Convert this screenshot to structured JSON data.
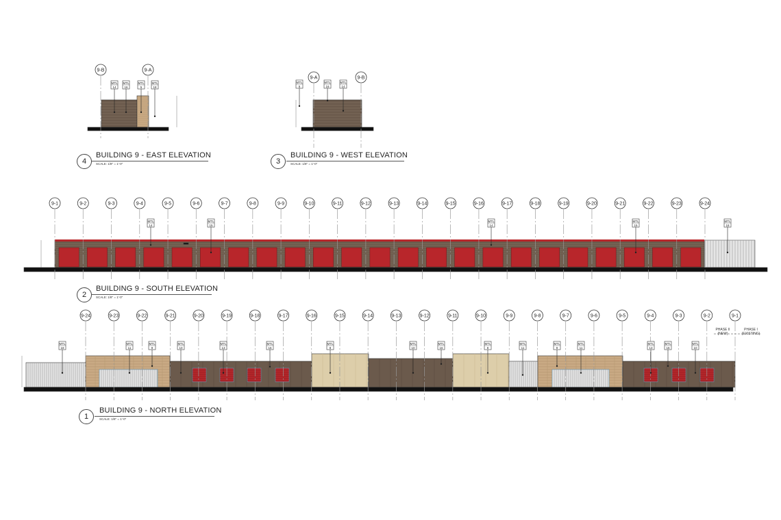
{
  "views": [
    {
      "number": "4",
      "title": "BUILDING 9 - EAST ELEVATION",
      "scale": "SCALE: 1/8\" = 1'-0\"",
      "grids": [
        "9-B",
        "9-A"
      ],
      "tags": [
        "MTL 14",
        "MTL 16",
        "MTL 5",
        "MTL 18"
      ]
    },
    {
      "number": "3",
      "title": "BUILDING 9 - WEST ELEVATION",
      "scale": "SCALE: 1/8\" = 1'-0\"",
      "grids": [
        "9-A",
        "9-B"
      ],
      "tags": [
        "MTL 5",
        "MTL 16",
        "MTL 14"
      ]
    },
    {
      "number": "2",
      "title": "BUILDING 9 - SOUTH ELEVATION",
      "scale": "SCALE: 1/8\" = 1'-0\"",
      "grids": [
        "9-1",
        "9-2",
        "9-3",
        "9-4",
        "9-5",
        "9-6",
        "9-7",
        "9-8",
        "9-9",
        "9-10",
        "9-11",
        "9-12",
        "9-13",
        "9-14",
        "9-15",
        "9-16",
        "9-17",
        "9-18",
        "9-19",
        "9-20",
        "9-21",
        "9-22",
        "9-23",
        "9-24"
      ],
      "tags": [
        "MTL 14",
        "MTL 15",
        "MTL 14",
        "MTL 15",
        "MTL 18"
      ]
    },
    {
      "number": "1",
      "title": "BUILDING 9 - NORTH ELEVATION",
      "scale": "SCALE: 1/8\" = 1'-0\"",
      "grids": [
        "9-24",
        "9-23",
        "9-22",
        "9-21",
        "9-20",
        "9-19",
        "9-18",
        "9-17",
        "9-16",
        "9-15",
        "9-14",
        "9-13",
        "9-12",
        "9-11",
        "9-10",
        "9-9",
        "9-8",
        "9-7",
        "9-6",
        "9-5",
        "9-4",
        "9-3",
        "9-2",
        "9-1"
      ],
      "tags": [
        "MTL 18",
        "MTL 11",
        "MTL 9",
        "MTL 10",
        "MTL 13",
        "MTL 16",
        "MTL 8",
        "MTL 10",
        "MTL 16",
        "MTL 8",
        "MTL 11",
        "MTL 9",
        "MTL 11",
        "MTL 13",
        "MTL 16",
        "MTL 10"
      ],
      "phase_new": "PHASE II (NEW)",
      "phase_existing": "PHASE I (EXISTING)"
    }
  ],
  "colors": {
    "brown": "#6b5a4c",
    "tan": "#c9aa84",
    "beige": "#ddceaa",
    "red": "#b8262b",
    "metal": "#e6e6e6",
    "ground": "#111111",
    "frame": "#5a8fb0"
  }
}
